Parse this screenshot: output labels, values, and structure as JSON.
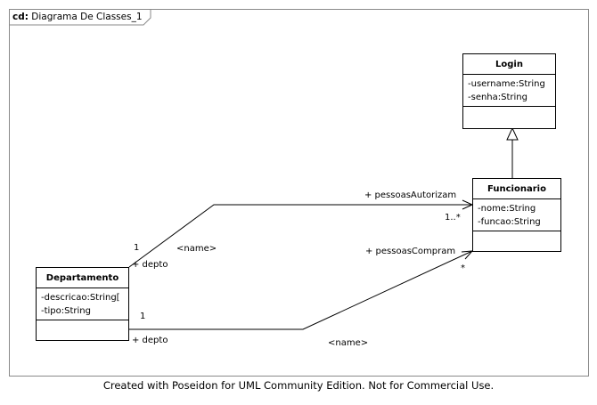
{
  "frame": {
    "tab_prefix": "cd:",
    "tab_title": "Diagrama De Classes_1"
  },
  "classes": {
    "login": {
      "name": "Login",
      "attributes": [
        "-username:String",
        "-senha:String"
      ]
    },
    "funcionario": {
      "name": "Funcionario",
      "attributes": [
        "-nome:String",
        "-funcao:String"
      ]
    },
    "departamento": {
      "name": "Departamento",
      "attributes": [
        "-descricao:String[",
        "-tipo:String"
      ]
    }
  },
  "associations": {
    "autorizam": {
      "target_role": "+ pessoasAutorizam",
      "target_multiplicity": "1..*",
      "source_multiplicity": "1",
      "source_role": "+ depto",
      "name": "<name>"
    },
    "compram": {
      "target_role": "+ pessoasCompram",
      "target_multiplicity": "*",
      "source_multiplicity": "1",
      "source_role": "+ depto",
      "name": "<name>"
    }
  },
  "footer": "Created with Poseidon for UML Community Edition. Not for Commercial Use."
}
